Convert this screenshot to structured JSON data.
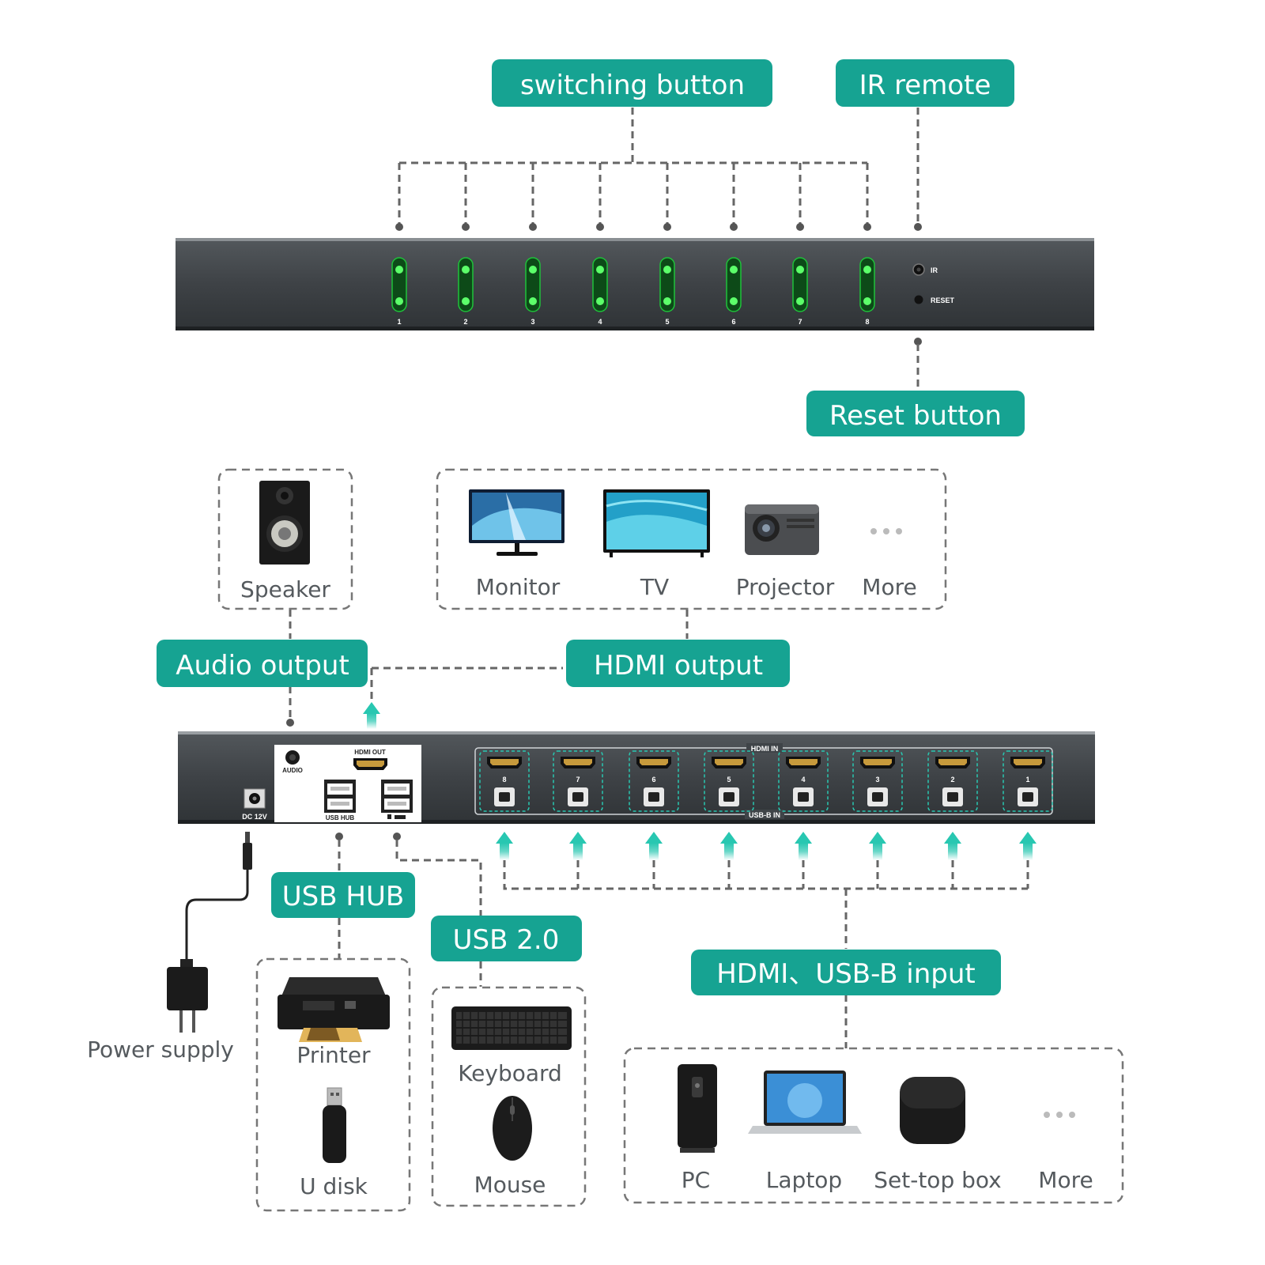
{
  "callouts": {
    "switching_button": "switching button",
    "ir_remote": "IR remote",
    "reset_button": "Reset button",
    "audio_output": "Audio output",
    "hdmi_output": "HDMI output",
    "usb_hub": "USB HUB",
    "usb_20": "USB 2.0",
    "hdmi_usbb_input": "HDMI、USB-B input"
  },
  "front_panel": {
    "buttons": [
      "1",
      "2",
      "3",
      "4",
      "5",
      "6",
      "7",
      "8"
    ],
    "ir_label": "IR",
    "reset_label": "RESET"
  },
  "rear_panel": {
    "audio_label": "AUDIO",
    "hdmi_out_label": "HDMI OUT",
    "usb_hub_label": "USB HUB",
    "dc_label": "DC 12V",
    "hdmi_in_label": "HDMI IN",
    "usbb_in_label": "USB-B IN",
    "ports": [
      "8",
      "7",
      "6",
      "5",
      "4",
      "3",
      "2",
      "1"
    ]
  },
  "devices": {
    "speaker": "Speaker",
    "monitor": "Monitor",
    "tv": "TV",
    "projector": "Projector",
    "more_output": "More",
    "power_supply": "Power supply",
    "printer": "Printer",
    "u_disk": "U disk",
    "keyboard": "Keyboard",
    "mouse": "Mouse",
    "pc": "PC",
    "laptop": "Laptop",
    "settop": "Set-top box",
    "more_input": "More"
  },
  "colors": {
    "accent": "#16a392",
    "panel": "#3f4448",
    "led": "#1fc23a",
    "arrow": "#28c7b1"
  }
}
